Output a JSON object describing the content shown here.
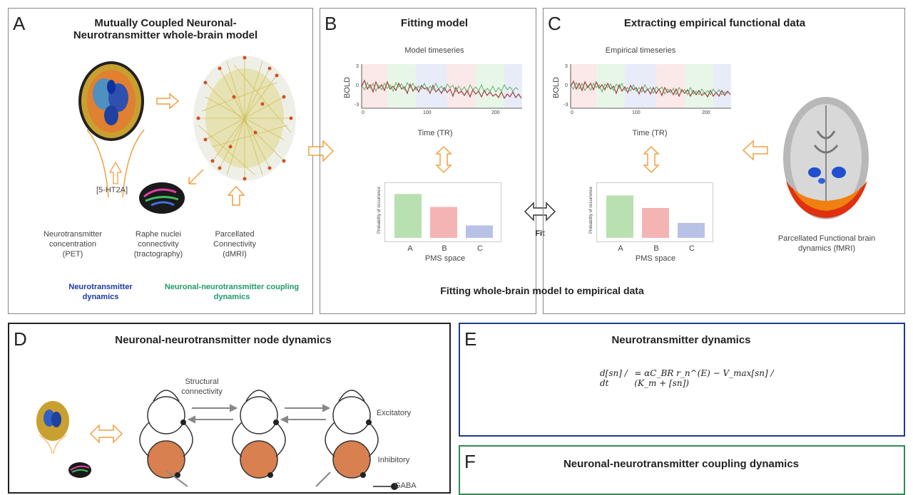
{
  "panel_a": {
    "letter": "A",
    "title": "Mutually Coupled Neuronal-Neurotransmitter whole-brain model",
    "receptor": "[5-HT2A]",
    "labels": [
      "Neurotransmitter concentration (PET)",
      "Raphe nuclei connectivity (tractography)",
      "Parcellated Connectivity (dMRI)"
    ],
    "legend_neuro": "Neurotransmitter dynamics",
    "legend_coupling": "Neuronal-neurotransmitter coupling dynamics",
    "colors": {
      "neuro": "#1a3aa0",
      "coupling": "#1f9a6a",
      "arrow": "#f0a040"
    }
  },
  "panel_b": {
    "letter": "B",
    "title": "Fitting model",
    "ts_title": "Model timeseries",
    "ylabel": "BOLD",
    "xlabel": "Time (TR)",
    "yticks": [
      "3",
      "0",
      "-3"
    ],
    "xticks": [
      "0",
      "100",
      "200"
    ],
    "bar_ylabel": "Probability of occurrence",
    "bar_xlabel": "PMS space"
  },
  "panel_c": {
    "letter": "C",
    "title": "Extracting empirical functional data",
    "ts_title": "Empirical timeseries",
    "ylabel": "BOLD",
    "xlabel": "Time (TR)",
    "yticks": [
      "3",
      "0",
      "-3"
    ],
    "xticks": [
      "0",
      "100",
      "200"
    ],
    "bar_ylabel": "Probability of occurrence",
    "bar_xlabel": "PMS space",
    "brain_label": "Parcellated Functional brain dynamics (fMRI)"
  },
  "fit_label": "Fit",
  "footer": "Fitting whole-brain model to empirical data",
  "panel_d": {
    "letter": "D",
    "title": "Neuronal-neurotransmitter node dynamics",
    "structural": "Structural connectivity",
    "excitatory": "Excitatory",
    "inhibitory": "Inhibitory",
    "gaba": "GABA"
  },
  "panel_e": {
    "letter": "E",
    "title": "Neurotransmitter dynamics",
    "equation_lhs": "d[sn] / dt",
    "equation_rhs": "= αC_BR r_n^(E) − V_max[sn] / (K_m + [sn])",
    "border_color": "#1f3a8f"
  },
  "panel_f": {
    "letter": "F",
    "title": "Neuronal-neurotransmitter coupling dynamics",
    "border_color": "#2e8b57"
  },
  "chart_data": [
    {
      "type": "bar",
      "title": "",
      "categories": [
        "A",
        "B",
        "C"
      ],
      "values": [
        0.88,
        0.62,
        0.25
      ],
      "colors": [
        "#b8e0b0",
        "#f5b4b4",
        "#b8c2e6"
      ],
      "xlabel": "PMS space",
      "ylabel": "Probability of occurrence"
    },
    {
      "type": "bar",
      "title": "",
      "categories": [
        "A",
        "B",
        "C"
      ],
      "values": [
        0.85,
        0.6,
        0.3
      ],
      "colors": [
        "#b8e0b0",
        "#f5b4b4",
        "#b8c2e6"
      ],
      "xlabel": "PMS space",
      "ylabel": "Probability of occurrence"
    }
  ]
}
